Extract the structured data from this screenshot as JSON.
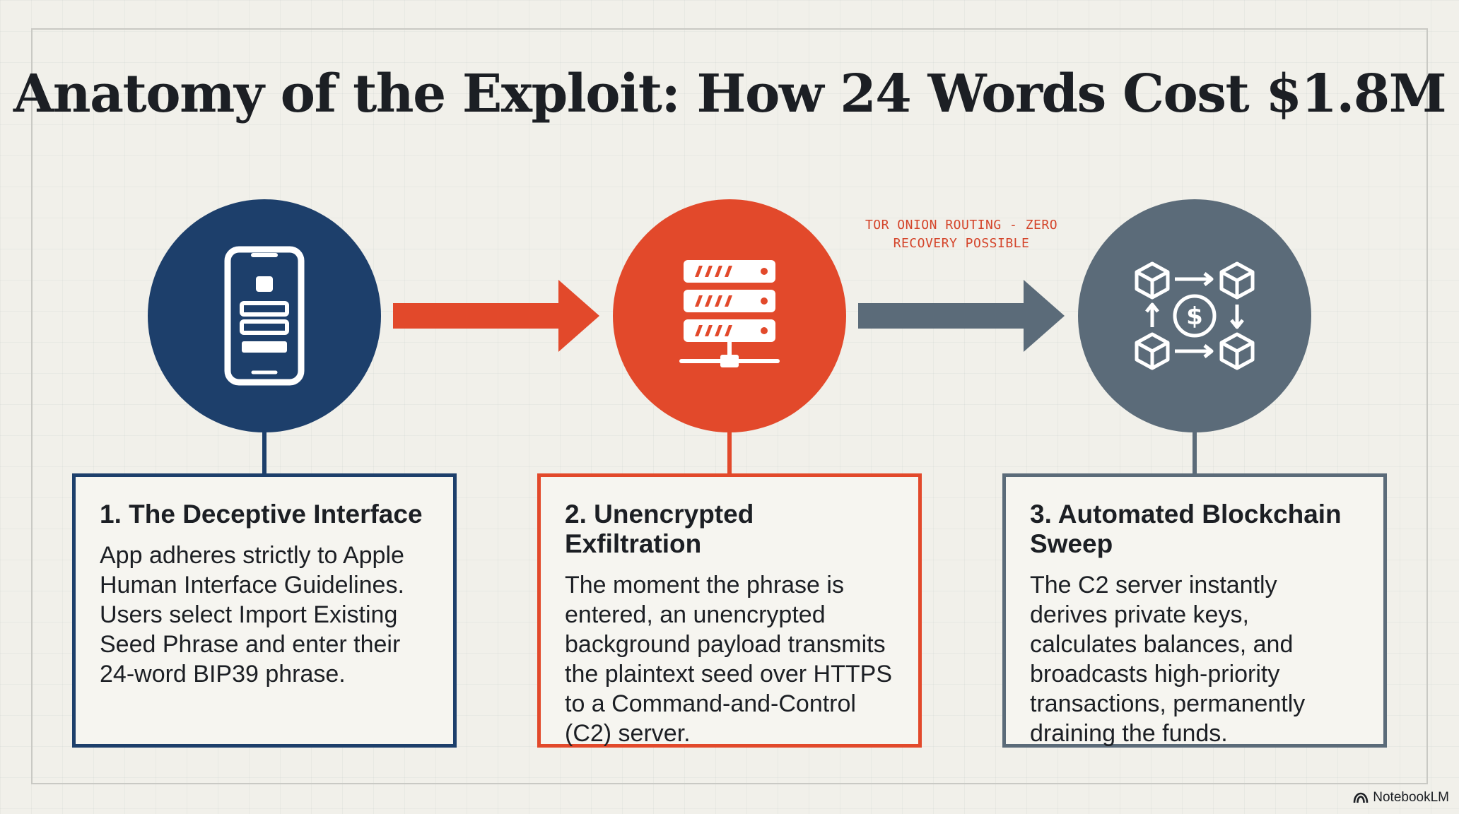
{
  "title": "Anatomy of the Exploit: How 24 Words Cost $1.8M",
  "steps": [
    {
      "icon": "smartphone-icon",
      "color": "#1d3f6b",
      "heading": "1. The Deceptive Interface",
      "body": "App adheres strictly to Apple Human Interface Guidelines. Users select Import Existing Seed Phrase and enter their 24-word BIP39 phrase."
    },
    {
      "icon": "server-icon",
      "color": "#e2492b",
      "heading": "2. Unencrypted Exfiltration",
      "body": "The moment the phrase is entered, an unencrypted background payload transmits the plaintext seed over HTTPS to a Command-and-Control (C2) server."
    },
    {
      "icon": "blockchain-sweep-icon",
      "color": "#5b6b79",
      "heading": "3. Automated Blockchain Sweep",
      "body": "The C2 server instantly derives private keys, calculates balances, and broadcasts high-priority transactions, permanently draining the funds."
    }
  ],
  "connectors": [
    {
      "color": "#e2492b"
    },
    {
      "color": "#5b6b79",
      "note_line1": "TOR ONION ROUTING - ZERO",
      "note_line2": "RECOVERY POSSIBLE"
    }
  ],
  "brand": {
    "label": "NotebookLM",
    "icon": "notebooklm-logo-icon"
  }
}
